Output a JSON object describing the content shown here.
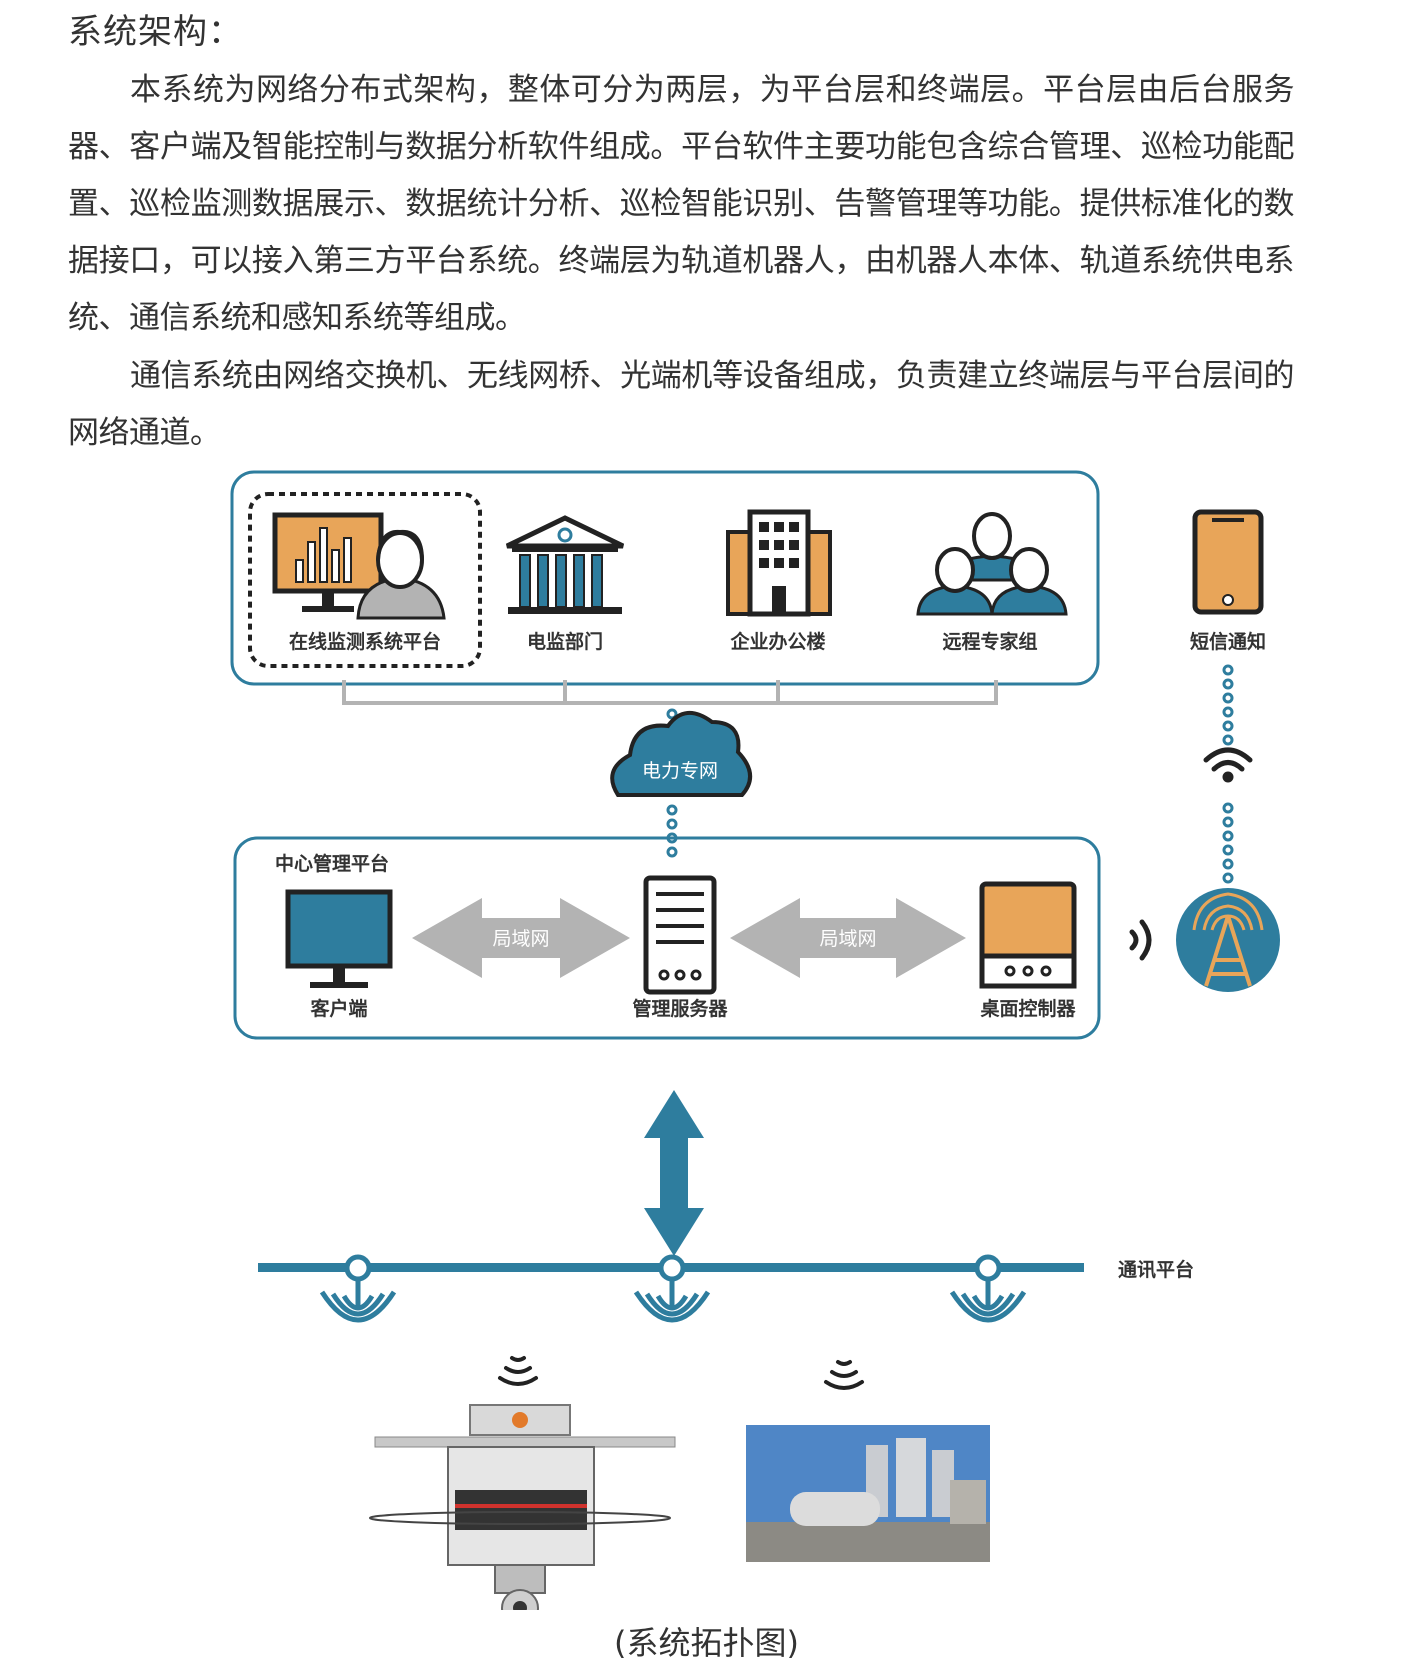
{
  "section_title": "系统架构：",
  "paragraphs": [
    "本系统为网络分布式架构，整体可分为两层，为平台层和终端层。平台层由后台服务器、客户端及智能控制与数据分析软件组成。平台软件主要功能包含综合管理、巡检功能配置、巡检监测数据展示、数据统计分析、巡检智能识别、告警管理等功能。提供标准化的数据接口，可以接入第三方平台系统。终端层为轨道机器人，由机器人本体、轨道系统供电系统、通信系统和感知系统等组成。",
    "通信系统由网络交换机、无线网桥、光端机等设备组成，负责建立终端层与平台层间的网络通道。"
  ],
  "diagram": {
    "top_nodes": [
      "在线监测系统平台",
      "电监部门",
      "企业办公楼",
      "远程专家组"
    ],
    "sms_label": "短信通知",
    "cloud_label": "电力专网",
    "center_title": "中心管理平台",
    "client_label": "客户端",
    "server_label": "管理服务器",
    "controller_label": "桌面控制器",
    "lan_labels": [
      "局域网",
      "局域网"
    ],
    "comm_label": "通讯平台"
  },
  "caption": "(系统拓扑图)",
  "colors": {
    "blue": "#2e7d9e",
    "orange": "#e8a559",
    "gray": "#b3b3b3",
    "dark": "#222222"
  }
}
